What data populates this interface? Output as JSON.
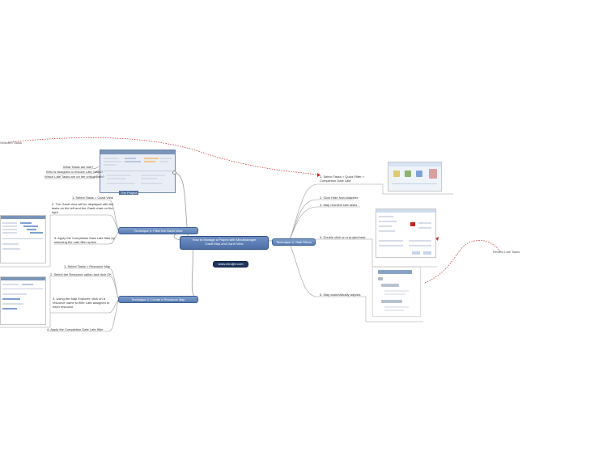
{
  "root": {
    "title_line1": "How to Manage a Project with MindManager",
    "title_line2": "Gantt Map and Gantt View"
  },
  "badge": "www.mindjet.com",
  "project": {
    "label": "The Project",
    "questions": [
      "What Tasks are late?",
      "Who is assigned to resolve Late Tasks?",
      "Which Late Tasks are on the critical path?"
    ]
  },
  "left_branches": [
    {
      "label": "Technique 1: Filter the Gantt View",
      "steps": [
        "1. Select Tasks > Gantt View",
        "2. The Gantt view will be displayed with the tasks on the left and the Gantt chart on the right",
        "3. Apply the Completion Date Late filter by selecting the Late filter option"
      ]
    },
    {
      "label": "Technique 2: Create a Resource Map",
      "steps": [
        "1. Select Tasks > Resource Map",
        "2. Select the Resource option and click OK",
        "3. Using the Map Explorer, click on a resource name to filter Late assigned to each resource",
        "4. Apply the Completion Date Late filter"
      ]
    }
  ],
  "right_branch": {
    "label": "Technique 3: Task Filters",
    "steps": [
      "1. Select Tasks > Quick Filter > Completion Date Late",
      "2. Click Hide Non-Matches",
      "3. Map reorders late tasks",
      "4. Double click on a project task",
      "5. Map automatically adjusts"
    ]
  },
  "annotations": {
    "left_edge": "Selected Tasks",
    "review": "Review Late Tasks"
  },
  "colors": {
    "topic_blue": "#5b7fb4",
    "badge_dark": "#1f3560",
    "connector": "#9a9a9a",
    "dashed_relation": "#cc2222"
  }
}
